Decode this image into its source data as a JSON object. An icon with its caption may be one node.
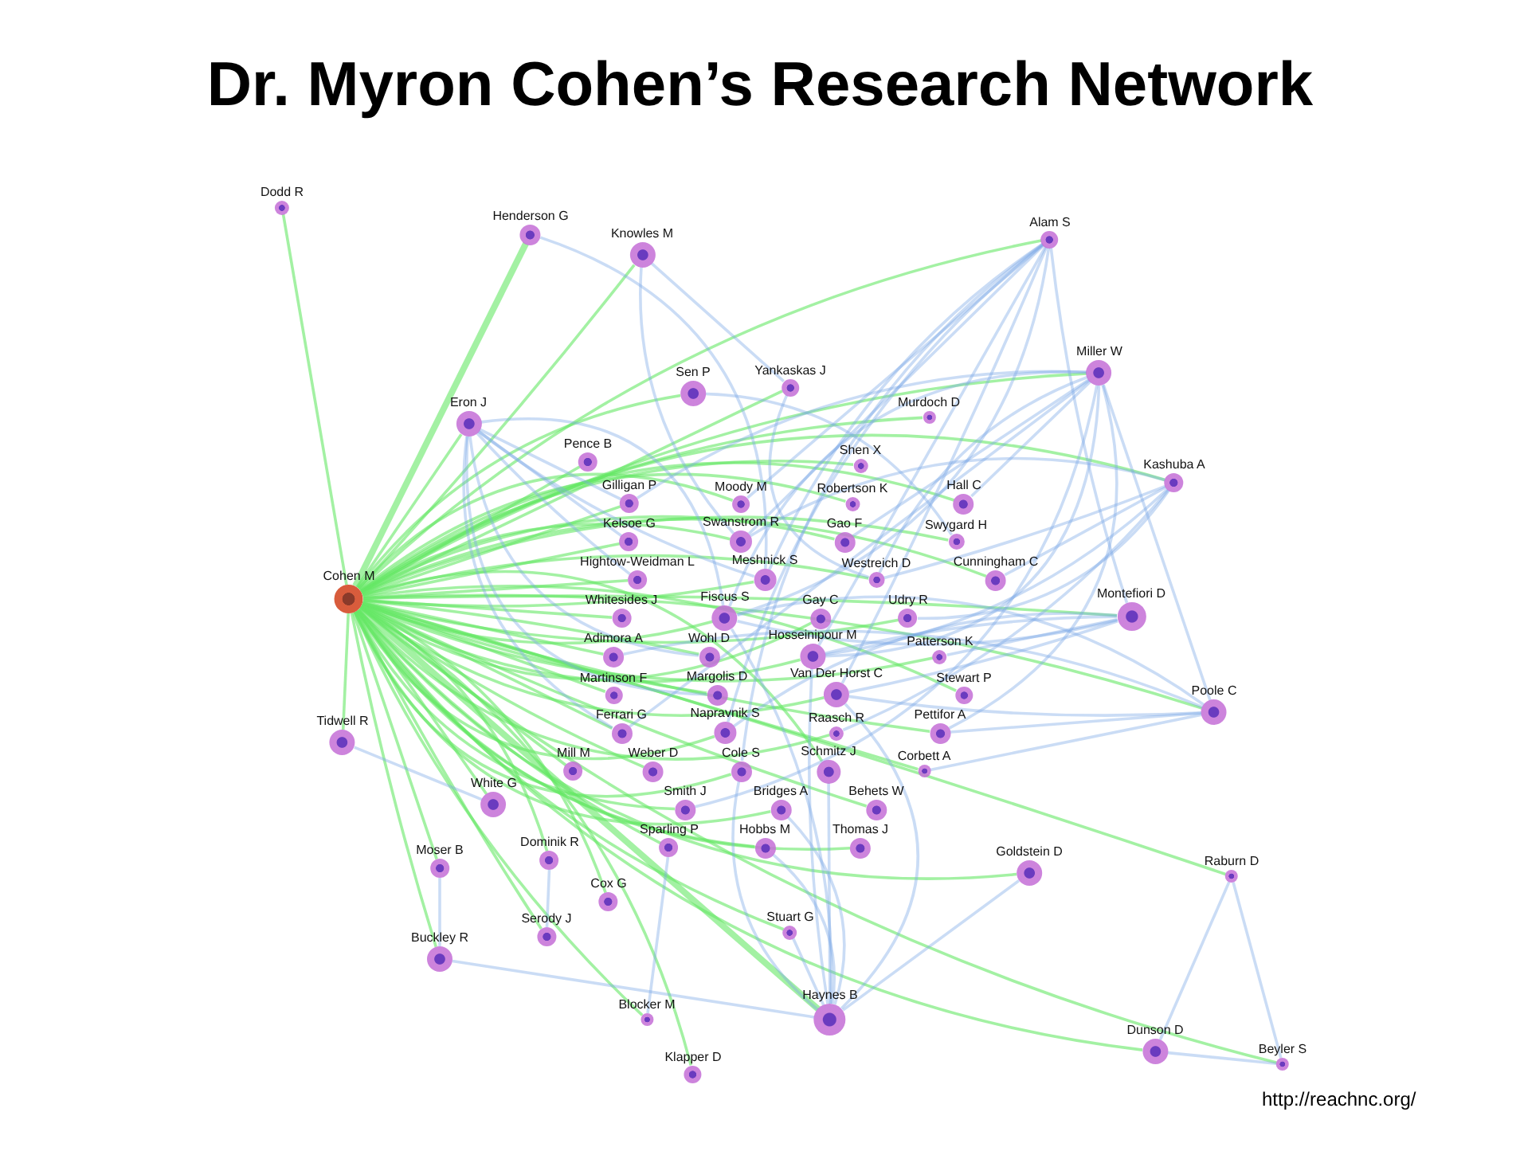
{
  "diagram": {
    "title": "Dr. Myron Cohen’s Research Network",
    "nodes": [
      {
        "text": [
          "Dodd R"
        ]
      },
      {
        "text": [
          "Henderson G"
        ]
      },
      {
        "text": [
          "Knowles M"
        ]
      },
      {
        "text": [
          "Alam S"
        ]
      },
      {
        "text": [
          "Miller W"
        ]
      },
      {
        "text": [
          "Yankaskas J"
        ]
      },
      {
        "text": [
          "Sen P"
        ]
      },
      {
        "text": [
          "Murdoch D"
        ]
      },
      {
        "text": [
          "Eron J"
        ]
      },
      {
        "text": [
          "Pence B"
        ]
      },
      {
        "text": [
          "Shen X"
        ]
      },
      {
        "text": [
          "Kashuba A"
        ]
      },
      {
        "text": [
          "Gilligan P"
        ]
      },
      {
        "text": [
          "Moody M"
        ]
      },
      {
        "text": [
          "Robertson K"
        ]
      },
      {
        "text": [
          "Hall C"
        ]
      },
      {
        "text": [
          "Kelsoe G"
        ]
      },
      {
        "text": [
          "Swanstrom R"
        ]
      },
      {
        "text": [
          "Gao F"
        ]
      },
      {
        "text": [
          "Swygard H"
        ]
      },
      {
        "text": [
          "Hightow-Weidman L"
        ]
      },
      {
        "text": [
          "Meshnick S"
        ]
      },
      {
        "text": [
          "Westreich D"
        ]
      },
      {
        "text": [
          "Cunningham C"
        ]
      },
      {
        "text": [
          "Cohen M"
        ]
      },
      {
        "text": [
          "Whitesides J"
        ]
      },
      {
        "text": [
          "Fiscus S"
        ]
      },
      {
        "text": [
          "Gay C"
        ]
      },
      {
        "text": [
          "Udry R"
        ]
      },
      {
        "text": [
          "Montefiori D"
        ]
      },
      {
        "text": [
          "Adimora A"
        ]
      },
      {
        "text": [
          "Wohl D"
        ]
      },
      {
        "text": [
          "Hosseinipour M"
        ]
      },
      {
        "text": [
          "Patterson K"
        ]
      },
      {
        "text": [
          "Martinson F"
        ]
      },
      {
        "text": [
          "Margolis D"
        ]
      },
      {
        "text": [
          "Van Der Horst C"
        ]
      },
      {
        "text": [
          "Stewart P"
        ]
      },
      {
        "text": [
          "Poole C"
        ]
      },
      {
        "text": [
          "Ferrari G"
        ]
      },
      {
        "text": [
          "Napravnik S"
        ]
      },
      {
        "text": [
          "Raasch R"
        ]
      },
      {
        "text": [
          "Pettifor A"
        ]
      },
      {
        "text": [
          "Tidwell R"
        ]
      },
      {
        "text": [
          "Mill M"
        ]
      },
      {
        "text": [
          "Weber D"
        ]
      },
      {
        "text": [
          "Cole S"
        ]
      },
      {
        "text": [
          "Schmitz J"
        ]
      },
      {
        "text": [
          "Corbett A"
        ]
      },
      {
        "text": [
          "White G"
        ]
      },
      {
        "text": [
          "Smith J"
        ]
      },
      {
        "text": [
          "Bridges A"
        ]
      },
      {
        "text": [
          "Behets W"
        ]
      },
      {
        "text": [
          "Sparling P"
        ]
      },
      {
        "text": [
          "Hobbs M"
        ]
      },
      {
        "text": [
          "Thomas J"
        ]
      },
      {
        "text": [
          "Dominik R"
        ]
      },
      {
        "text": [
          "Moser B"
        ]
      },
      {
        "text": [
          "Goldstein D"
        ]
      },
      {
        "text": [
          "Raburn D"
        ]
      },
      {
        "text": [
          "Cox G"
        ]
      },
      {
        "text": [
          "Stuart G"
        ]
      },
      {
        "text": [
          "Serody J"
        ]
      },
      {
        "text": [
          "Buckley R"
        ]
      },
      {
        "text": [
          "Haynes B"
        ]
      },
      {
        "text": [
          "Blocker M"
        ]
      },
      {
        "text": [
          "Dunson D"
        ]
      },
      {
        "text": [
          "Beyler S"
        ]
      },
      {
        "text": [
          "Klapper D"
        ]
      }
    ],
    "edges": [
      {
        "from": 24,
        "to": 0,
        "arrow": "none",
        "color": "#66e866"
      },
      {
        "from": 24,
        "to": 1,
        "arrow": "none",
        "color": "#66e866",
        "style": "thick"
      },
      {
        "from": 24,
        "to": 2,
        "arrow": "none",
        "color": "#66e866"
      },
      {
        "from": 24,
        "to": 3,
        "arrow": "none",
        "color": "#66e866"
      },
      {
        "from": 24,
        "to": 4,
        "arrow": "none",
        "color": "#66e866"
      },
      {
        "from": 24,
        "to": 5,
        "arrow": "none",
        "color": "#66e866"
      },
      {
        "from": 24,
        "to": 6,
        "arrow": "none",
        "color": "#66e866"
      },
      {
        "from": 24,
        "to": 7,
        "arrow": "none",
        "color": "#66e866"
      },
      {
        "from": 24,
        "to": 8,
        "arrow": "none",
        "color": "#66e866"
      },
      {
        "from": 24,
        "to": 9,
        "arrow": "none",
        "color": "#66e866"
      },
      {
        "from": 24,
        "to": 10,
        "arrow": "none",
        "color": "#66e866"
      },
      {
        "from": 24,
        "to": 11,
        "arrow": "none",
        "color": "#66e866"
      },
      {
        "from": 24,
        "to": 12,
        "arrow": "none",
        "color": "#66e866"
      },
      {
        "from": 24,
        "to": 13,
        "arrow": "none",
        "color": "#66e866"
      },
      {
        "from": 24,
        "to": 14,
        "arrow": "none",
        "color": "#66e866"
      },
      {
        "from": 24,
        "to": 15,
        "arrow": "none",
        "color": "#66e866"
      },
      {
        "from": 24,
        "to": 16,
        "arrow": "none",
        "color": "#66e866"
      },
      {
        "from": 24,
        "to": 17,
        "arrow": "none",
        "color": "#66e866"
      },
      {
        "from": 24,
        "to": 18,
        "arrow": "none",
        "color": "#66e866"
      },
      {
        "from": 24,
        "to": 19,
        "arrow": "none",
        "color": "#66e866"
      },
      {
        "from": 24,
        "to": 20,
        "arrow": "none",
        "color": "#66e866"
      },
      {
        "from": 24,
        "to": 21,
        "arrow": "none",
        "color": "#66e866"
      },
      {
        "from": 24,
        "to": 22,
        "arrow": "none",
        "color": "#66e866"
      },
      {
        "from": 24,
        "to": 23,
        "arrow": "none",
        "color": "#66e866"
      },
      {
        "from": 24,
        "to": 25,
        "arrow": "none",
        "color": "#66e866"
      },
      {
        "from": 24,
        "to": 26,
        "arrow": "none",
        "color": "#66e866"
      },
      {
        "from": 24,
        "to": 27,
        "arrow": "none",
        "color": "#66e866"
      },
      {
        "from": 24,
        "to": 28,
        "arrow": "none",
        "color": "#66e866"
      },
      {
        "from": 24,
        "to": 29,
        "arrow": "none",
        "color": "#66e866"
      },
      {
        "from": 24,
        "to": 30,
        "arrow": "none",
        "color": "#66e866"
      },
      {
        "from": 24,
        "to": 31,
        "arrow": "none",
        "color": "#66e866"
      },
      {
        "from": 24,
        "to": 32,
        "arrow": "none",
        "color": "#66e866"
      },
      {
        "from": 24,
        "to": 33,
        "arrow": "none",
        "color": "#66e866"
      },
      {
        "from": 24,
        "to": 34,
        "arrow": "none",
        "color": "#66e866"
      },
      {
        "from": 24,
        "to": 35,
        "arrow": "none",
        "color": "#66e866"
      },
      {
        "from": 24,
        "to": 36,
        "arrow": "none",
        "color": "#66e866"
      },
      {
        "from": 24,
        "to": 37,
        "arrow": "none",
        "color": "#66e866"
      },
      {
        "from": 24,
        "to": 38,
        "arrow": "none",
        "color": "#66e866"
      },
      {
        "from": 24,
        "to": 39,
        "arrow": "none",
        "color": "#66e866"
      },
      {
        "from": 24,
        "to": 40,
        "arrow": "none",
        "color": "#66e866"
      },
      {
        "from": 24,
        "to": 41,
        "arrow": "none",
        "color": "#66e866"
      },
      {
        "from": 24,
        "to": 42,
        "arrow": "none",
        "color": "#66e866"
      },
      {
        "from": 24,
        "to": 43,
        "arrow": "none",
        "color": "#66e866"
      },
      {
        "from": 24,
        "to": 44,
        "arrow": "none",
        "color": "#66e866"
      },
      {
        "from": 24,
        "to": 45,
        "arrow": "none",
        "color": "#66e866"
      },
      {
        "from": 24,
        "to": 46,
        "arrow": "none",
        "color": "#66e866"
      },
      {
        "from": 24,
        "to": 47,
        "arrow": "none",
        "color": "#66e866"
      },
      {
        "from": 24,
        "to": 48,
        "arrow": "none",
        "color": "#66e866"
      },
      {
        "from": 24,
        "to": 49,
        "arrow": "none",
        "color": "#66e866"
      },
      {
        "from": 24,
        "to": 50,
        "arrow": "none",
        "color": "#66e866"
      },
      {
        "from": 24,
        "to": 51,
        "arrow": "none",
        "color": "#66e866"
      },
      {
        "from": 24,
        "to": 52,
        "arrow": "none",
        "color": "#66e866"
      },
      {
        "from": 24,
        "to": 53,
        "arrow": "none",
        "color": "#66e866"
      },
      {
        "from": 24,
        "to": 54,
        "arrow": "none",
        "color": "#66e866"
      },
      {
        "from": 24,
        "to": 55,
        "arrow": "none",
        "color": "#66e866"
      },
      {
        "from": 24,
        "to": 56,
        "arrow": "none",
        "color": "#66e866"
      },
      {
        "from": 24,
        "to": 57,
        "arrow": "none",
        "color": "#66e866"
      },
      {
        "from": 24,
        "to": 58,
        "arrow": "none",
        "color": "#66e866"
      },
      {
        "from": 24,
        "to": 59,
        "arrow": "none",
        "color": "#66e866"
      },
      {
        "from": 24,
        "to": 60,
        "arrow": "none",
        "color": "#66e866"
      },
      {
        "from": 24,
        "to": 61,
        "arrow": "none",
        "color": "#66e866"
      },
      {
        "from": 24,
        "to": 62,
        "arrow": "none",
        "color": "#66e866"
      },
      {
        "from": 24,
        "to": 63,
        "arrow": "none",
        "color": "#66e866"
      },
      {
        "from": 24,
        "to": 64,
        "arrow": "none",
        "color": "#66e866",
        "style": "thick"
      },
      {
        "from": 24,
        "to": 65,
        "arrow": "none",
        "color": "#66e866"
      },
      {
        "from": 24,
        "to": 66,
        "arrow": "none",
        "color": "#66e866"
      },
      {
        "from": 24,
        "to": 67,
        "arrow": "none",
        "color": "#66e866"
      },
      {
        "from": 24,
        "to": 68,
        "arrow": "none",
        "color": "#66e866"
      },
      {
        "from": 3,
        "to": 13,
        "arrow": "none",
        "color": "#7aa7e6"
      },
      {
        "from": 3,
        "to": 17,
        "arrow": "none",
        "color": "#7aa7e6"
      },
      {
        "from": 3,
        "to": 21,
        "arrow": "none",
        "color": "#7aa7e6"
      },
      {
        "from": 3,
        "to": 26,
        "arrow": "none",
        "color": "#7aa7e6"
      },
      {
        "from": 3,
        "to": 32,
        "arrow": "none",
        "color": "#7aa7e6"
      },
      {
        "from": 3,
        "to": 36,
        "arrow": "none",
        "color": "#7aa7e6"
      },
      {
        "from": 3,
        "to": 40,
        "arrow": "none",
        "color": "#7aa7e6"
      },
      {
        "from": 3,
        "to": 46,
        "arrow": "none",
        "color": "#7aa7e6"
      },
      {
        "from": 3,
        "to": 29,
        "arrow": "none",
        "color": "#7aa7e6"
      },
      {
        "from": 4,
        "to": 12,
        "arrow": "none",
        "color": "#7aa7e6"
      },
      {
        "from": 4,
        "to": 15,
        "arrow": "none",
        "color": "#7aa7e6"
      },
      {
        "from": 4,
        "to": 18,
        "arrow": "none",
        "color": "#7aa7e6"
      },
      {
        "from": 4,
        "to": 22,
        "arrow": "none",
        "color": "#7aa7e6"
      },
      {
        "from": 4,
        "to": 26,
        "arrow": "none",
        "color": "#7aa7e6"
      },
      {
        "from": 4,
        "to": 32,
        "arrow": "none",
        "color": "#7aa7e6"
      },
      {
        "from": 4,
        "to": 39,
        "arrow": "none",
        "color": "#7aa7e6"
      },
      {
        "from": 4,
        "to": 42,
        "arrow": "none",
        "color": "#7aa7e6"
      },
      {
        "from": 4,
        "to": 50,
        "arrow": "none",
        "color": "#7aa7e6"
      },
      {
        "from": 4,
        "to": 38,
        "arrow": "none",
        "color": "#7aa7e6"
      },
      {
        "from": 8,
        "to": 12,
        "arrow": "none",
        "color": "#7aa7e6"
      },
      {
        "from": 8,
        "to": 16,
        "arrow": "none",
        "color": "#7aa7e6"
      },
      {
        "from": 8,
        "to": 20,
        "arrow": "none",
        "color": "#7aa7e6"
      },
      {
        "from": 8,
        "to": 21,
        "arrow": "none",
        "color": "#7aa7e6"
      },
      {
        "from": 8,
        "to": 26,
        "arrow": "none",
        "color": "#7aa7e6"
      },
      {
        "from": 8,
        "to": 31,
        "arrow": "none",
        "color": "#7aa7e6"
      },
      {
        "from": 8,
        "to": 35,
        "arrow": "none",
        "color": "#7aa7e6"
      },
      {
        "from": 8,
        "to": 39,
        "arrow": "none",
        "color": "#7aa7e6"
      },
      {
        "from": 11,
        "to": 17,
        "arrow": "none",
        "color": "#7aa7e6"
      },
      {
        "from": 11,
        "to": 22,
        "arrow": "none",
        "color": "#7aa7e6"
      },
      {
        "from": 11,
        "to": 23,
        "arrow": "none",
        "color": "#7aa7e6"
      },
      {
        "from": 11,
        "to": 28,
        "arrow": "none",
        "color": "#7aa7e6"
      },
      {
        "from": 11,
        "to": 32,
        "arrow": "none",
        "color": "#7aa7e6"
      },
      {
        "from": 11,
        "to": 41,
        "arrow": "none",
        "color": "#7aa7e6"
      },
      {
        "from": 29,
        "to": 26,
        "arrow": "none",
        "color": "#7aa7e6"
      },
      {
        "from": 29,
        "to": 32,
        "arrow": "none",
        "color": "#7aa7e6"
      },
      {
        "from": 29,
        "to": 33,
        "arrow": "none",
        "color": "#7aa7e6"
      },
      {
        "from": 29,
        "to": 36,
        "arrow": "none",
        "color": "#7aa7e6"
      },
      {
        "from": 29,
        "to": 40,
        "arrow": "none",
        "color": "#7aa7e6"
      },
      {
        "from": 38,
        "to": 26,
        "arrow": "none",
        "color": "#7aa7e6"
      },
      {
        "from": 38,
        "to": 30,
        "arrow": "none",
        "color": "#7aa7e6"
      },
      {
        "from": 38,
        "to": 36,
        "arrow": "none",
        "color": "#7aa7e6"
      },
      {
        "from": 38,
        "to": 42,
        "arrow": "none",
        "color": "#7aa7e6"
      },
      {
        "from": 38,
        "to": 48,
        "arrow": "none",
        "color": "#7aa7e6"
      },
      {
        "from": 64,
        "to": 26,
        "arrow": "none",
        "color": "#7aa7e6"
      },
      {
        "from": 64,
        "to": 32,
        "arrow": "none",
        "color": "#7aa7e6"
      },
      {
        "from": 64,
        "to": 36,
        "arrow": "none",
        "color": "#7aa7e6"
      },
      {
        "from": 64,
        "to": 46,
        "arrow": "none",
        "color": "#7aa7e6"
      },
      {
        "from": 64,
        "to": 47,
        "arrow": "none",
        "color": "#7aa7e6"
      },
      {
        "from": 64,
        "to": 51,
        "arrow": "none",
        "color": "#7aa7e6"
      },
      {
        "from": 64,
        "to": 54,
        "arrow": "none",
        "color": "#7aa7e6"
      },
      {
        "from": 64,
        "to": 61,
        "arrow": "none",
        "color": "#7aa7e6"
      },
      {
        "from": 64,
        "to": 63,
        "arrow": "none",
        "color": "#7aa7e6"
      },
      {
        "from": 64,
        "to": 58,
        "arrow": "none",
        "color": "#7aa7e6"
      },
      {
        "from": 2,
        "to": 5,
        "arrow": "none",
        "color": "#7aa7e6"
      },
      {
        "from": 2,
        "to": 17,
        "arrow": "none",
        "color": "#7aa7e6"
      },
      {
        "from": 1,
        "to": 21,
        "arrow": "none",
        "color": "#7aa7e6"
      },
      {
        "from": 6,
        "to": 19,
        "arrow": "none",
        "color": "#7aa7e6"
      },
      {
        "from": 5,
        "to": 22,
        "arrow": "none",
        "color": "#7aa7e6"
      },
      {
        "from": 59,
        "to": 66,
        "arrow": "none",
        "color": "#7aa7e6"
      },
      {
        "from": 59,
        "to": 67,
        "arrow": "none",
        "color": "#7aa7e6"
      },
      {
        "from": 66,
        "to": 67,
        "arrow": "none",
        "color": "#7aa7e6"
      },
      {
        "from": 57,
        "to": 63,
        "arrow": "none",
        "color": "#7aa7e6"
      },
      {
        "from": 43,
        "to": 49,
        "arrow": "none",
        "color": "#7aa7e6"
      },
      {
        "from": 62,
        "to": 56,
        "arrow": "none",
        "color": "#7aa7e6"
      },
      {
        "from": 65,
        "to": 53,
        "arrow": "none",
        "color": "#7aa7e6"
      }
    ],
    "labels": [
      "http://reachnc.org/"
    ]
  }
}
